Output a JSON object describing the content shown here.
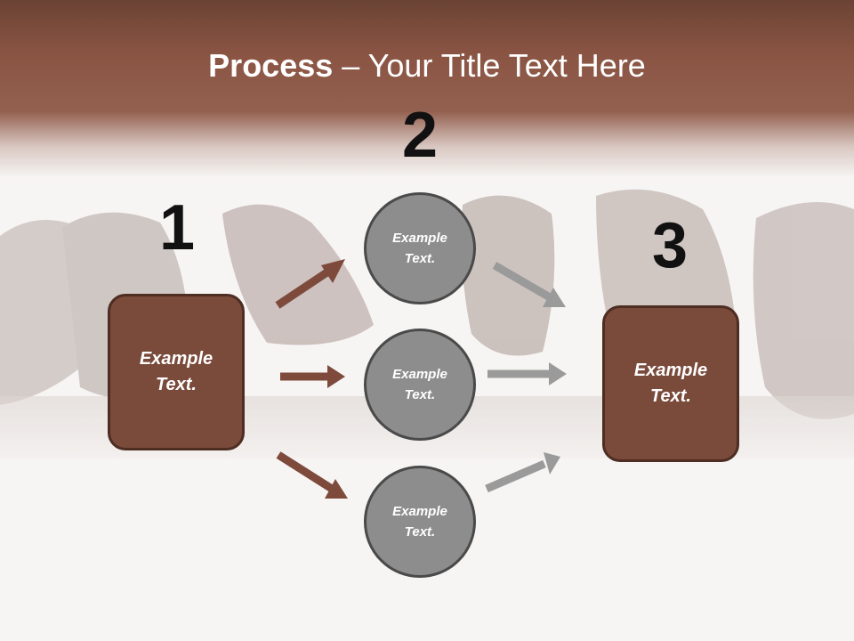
{
  "title": {
    "bold": "Process",
    "rest": " – Your Title Text Here"
  },
  "steps": {
    "one": "1",
    "two": "2",
    "three": "3"
  },
  "boxes": {
    "left": "Example Text.",
    "right": "Example Text."
  },
  "circles": {
    "top": "Example Text.",
    "middle": "Example Text.",
    "bottom": "Example Text."
  },
  "colors": {
    "brand_brown": "#7a4a3b",
    "brand_brown_border": "#4e2d22",
    "arrow_brown": "#7d4a3c",
    "circle_gray": "#8d8d8d",
    "arrow_gray": "#9a9a9a"
  }
}
